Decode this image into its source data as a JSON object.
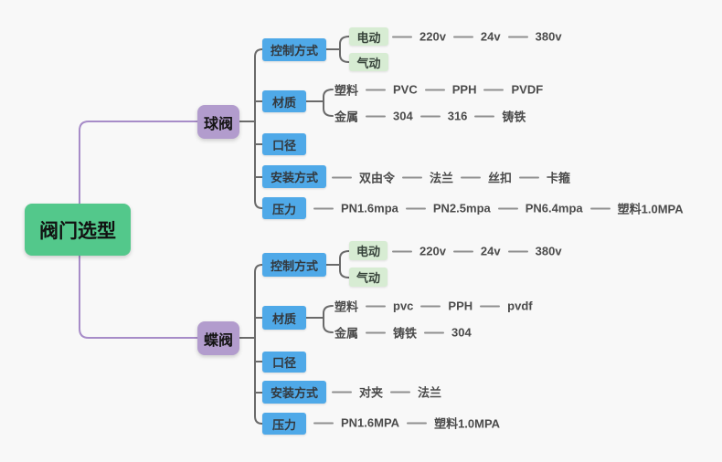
{
  "root": {
    "label": "阀门选型"
  },
  "colors": {
    "background": "#f8f8f8",
    "root_green": "#53c88b",
    "branch_purple": "#b29ccd",
    "child_blue": "#4fa9e8",
    "option_green": "#d7ecd3",
    "purple_wire": "#a78cc8",
    "tree_wire": "#6a6a6a",
    "leaf_wire": "#8f8f8f"
  },
  "branches": [
    {
      "label": "球阀",
      "children": [
        {
          "label": "控制方式"
        },
        {
          "label": "材质"
        },
        {
          "label": "口径"
        },
        {
          "label": "安装方式"
        },
        {
          "label": "压力"
        }
      ],
      "control_options": [
        {
          "label": "电动"
        },
        {
          "label": "气动"
        }
      ],
      "voltages": [
        "220v",
        "24v",
        "380v"
      ],
      "plastic": {
        "label": "塑料",
        "items": [
          "PVC",
          "PPH",
          "PVDF"
        ]
      },
      "metal": {
        "label": "金属",
        "items": [
          "304",
          "316",
          "铸铁"
        ]
      },
      "install": [
        "双由令",
        "法兰",
        "丝扣",
        "卡箍"
      ],
      "pressure": [
        "PN1.6mpa",
        "PN2.5mpa",
        "PN6.4mpa",
        "塑料1.0MPA"
      ]
    },
    {
      "label": "蝶阀",
      "children": [
        {
          "label": "控制方式"
        },
        {
          "label": "材质"
        },
        {
          "label": "口径"
        },
        {
          "label": "安装方式"
        },
        {
          "label": "压力"
        }
      ],
      "control_options": [
        {
          "label": "电动"
        },
        {
          "label": "气动"
        }
      ],
      "voltages": [
        "220v",
        "24v",
        "380v"
      ],
      "plastic": {
        "label": "塑料",
        "items": [
          "pvc",
          "PPH",
          "pvdf"
        ]
      },
      "metal": {
        "label": "金属",
        "items": [
          "铸铁",
          "304"
        ]
      },
      "install": [
        "对夹",
        "法兰"
      ],
      "pressure": [
        "PN1.6MPA",
        "塑料1.0MPA"
      ]
    }
  ]
}
